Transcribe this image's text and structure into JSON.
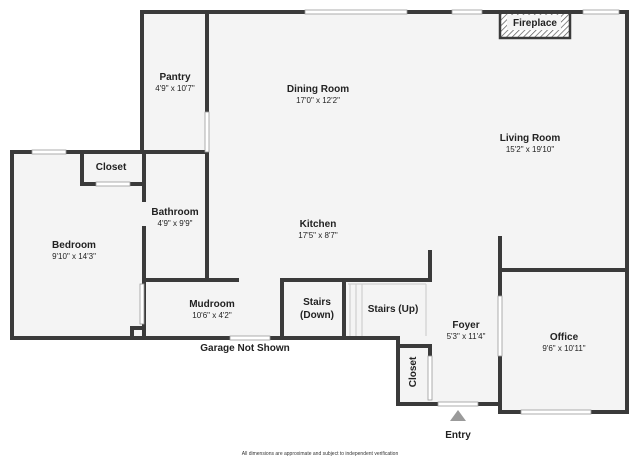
{
  "rooms": {
    "dining": {
      "name": "Dining Room",
      "dims": "17'0\" x 12'2\""
    },
    "living": {
      "name": "Living Room",
      "dims": "15'2\" x 19'10\""
    },
    "pantry": {
      "name": "Pantry",
      "dims": "4'9\" x 10'7\""
    },
    "fireplace": {
      "name": "Fireplace"
    },
    "closet_bedroom": {
      "name": "Closet"
    },
    "bathroom": {
      "name": "Bathroom",
      "dims": "4'9\" x 9'9\""
    },
    "bedroom": {
      "name": "Bedroom",
      "dims": "9'10\" x 14'3\""
    },
    "kitchen": {
      "name": "Kitchen",
      "dims": "17'5\" x 8'7\""
    },
    "mudroom": {
      "name": "Mudroom",
      "dims": "10'6\" x 4'2\""
    },
    "stairs_down": {
      "name": "Stairs",
      "name2": "(Down)"
    },
    "stairs_up": {
      "name": "Stairs (Up)"
    },
    "foyer": {
      "name": "Foyer",
      "dims": "5'3\" x 11'4\""
    },
    "office": {
      "name": "Office",
      "dims": "9'6\" x 10'11\""
    },
    "closet_foyer": {
      "name": "Closet"
    }
  },
  "labels": {
    "garage": "Garage Not Shown",
    "entry": "Entry",
    "disclaimer": "All dimensions are approximate and subject to independent verification"
  },
  "colors": {
    "wall": "#3a3a3a",
    "floor": "#f4f4f4",
    "entry_arrow": "#9a9a9a"
  }
}
